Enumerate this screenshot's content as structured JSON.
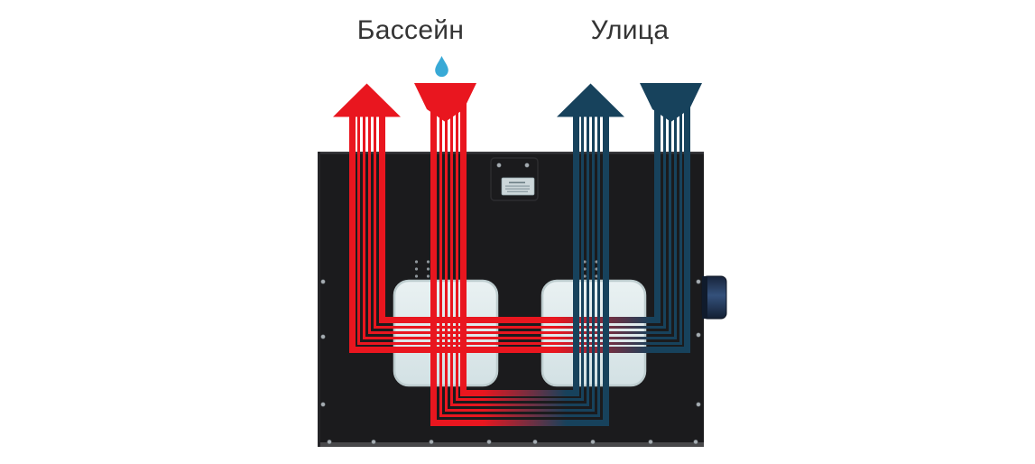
{
  "diagram": {
    "title_labels": {
      "pool": "Бассейн",
      "street": "Улица"
    },
    "icons": {
      "moisture": "water-drop-icon"
    },
    "arrows": [
      {
        "name": "pool-supply-arrow",
        "under_label": "Бассейн",
        "direction": "up",
        "temperature_color": "warm"
      },
      {
        "name": "pool-extract-arrow",
        "under_label": "Бассейн",
        "direction": "down",
        "temperature_color": "warm",
        "icon": "water-drop-icon"
      },
      {
        "name": "street-exhaust-arrow",
        "under_label": "Улица",
        "direction": "up",
        "temperature_color": "cold"
      },
      {
        "name": "street-intake-arrow",
        "under_label": "Улица",
        "direction": "down",
        "temperature_color": "cold"
      }
    ],
    "colors": {
      "warm_air": "#e9161f",
      "cold_air": "#17425c",
      "water_drop": "#38a9d6",
      "unit_body": "#1b1b1d",
      "exchanger_fill_top": "#e9f1f2",
      "exchanger_fill_bottom": "#d3e1e4",
      "exchanger_border": "#bdccce",
      "label_text": "#343434",
      "background": "#ffffff"
    }
  }
}
